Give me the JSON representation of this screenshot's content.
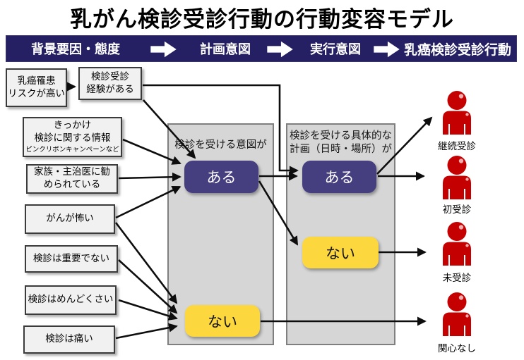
{
  "title": "乳がん検診受診行動の行動変容モデル",
  "stage_bar": {
    "stages": [
      "背景要因・態度",
      "計画意図",
      "実行意図",
      "乳癌検診受診行動"
    ]
  },
  "factors": [
    {
      "id": "high-risk",
      "lines": [
        "乳癌罹患",
        "リスクが高い"
      ]
    },
    {
      "id": "screening-experience",
      "lines": [
        "検診受診",
        "経験がある"
      ]
    },
    {
      "id": "trigger-information",
      "lines": [
        "きっかけ",
        "検診に関する情報"
      ],
      "note": "ピンクリボンキャンペーンなど"
    },
    {
      "id": "family-doctor-recommendation",
      "lines": [
        "家族・主治医に勧",
        "められている"
      ]
    },
    {
      "id": "fear-of-cancer",
      "lines": [
        "がんが怖い"
      ]
    },
    {
      "id": "screening-not-important",
      "lines": [
        "検診は重要でない"
      ]
    },
    {
      "id": "screening-hassle",
      "lines": [
        "検診はめんどくさい"
      ]
    },
    {
      "id": "screening-painful",
      "lines": [
        "検診は痛い"
      ]
    }
  ],
  "intention_panel": {
    "label": "検診を受ける意図が",
    "yes": "ある",
    "no": "ない"
  },
  "plan_panel": {
    "label_lines": [
      "検診を受ける具体的な",
      "計画（日時・場所）が"
    ],
    "yes": "ある",
    "no": "ない"
  },
  "outcomes": [
    {
      "id": "continued-screening",
      "label": "継続受診"
    },
    {
      "id": "first-screening",
      "label": "初受診"
    },
    {
      "id": "not-screened",
      "label": "未受診"
    },
    {
      "id": "no-interest",
      "label": "関心なし"
    }
  ],
  "colors": {
    "header_bg": "#252063",
    "yes_box": "#453e7f",
    "no_box": "#fcd73e",
    "panel_bg": "#d6d6d6",
    "panel_border": "#7f7f7f",
    "factor_bg": "#f1f1f1",
    "factor_border": "#3b3b3b",
    "person_red": "#c40000",
    "arrow": "#0d0d0d"
  }
}
